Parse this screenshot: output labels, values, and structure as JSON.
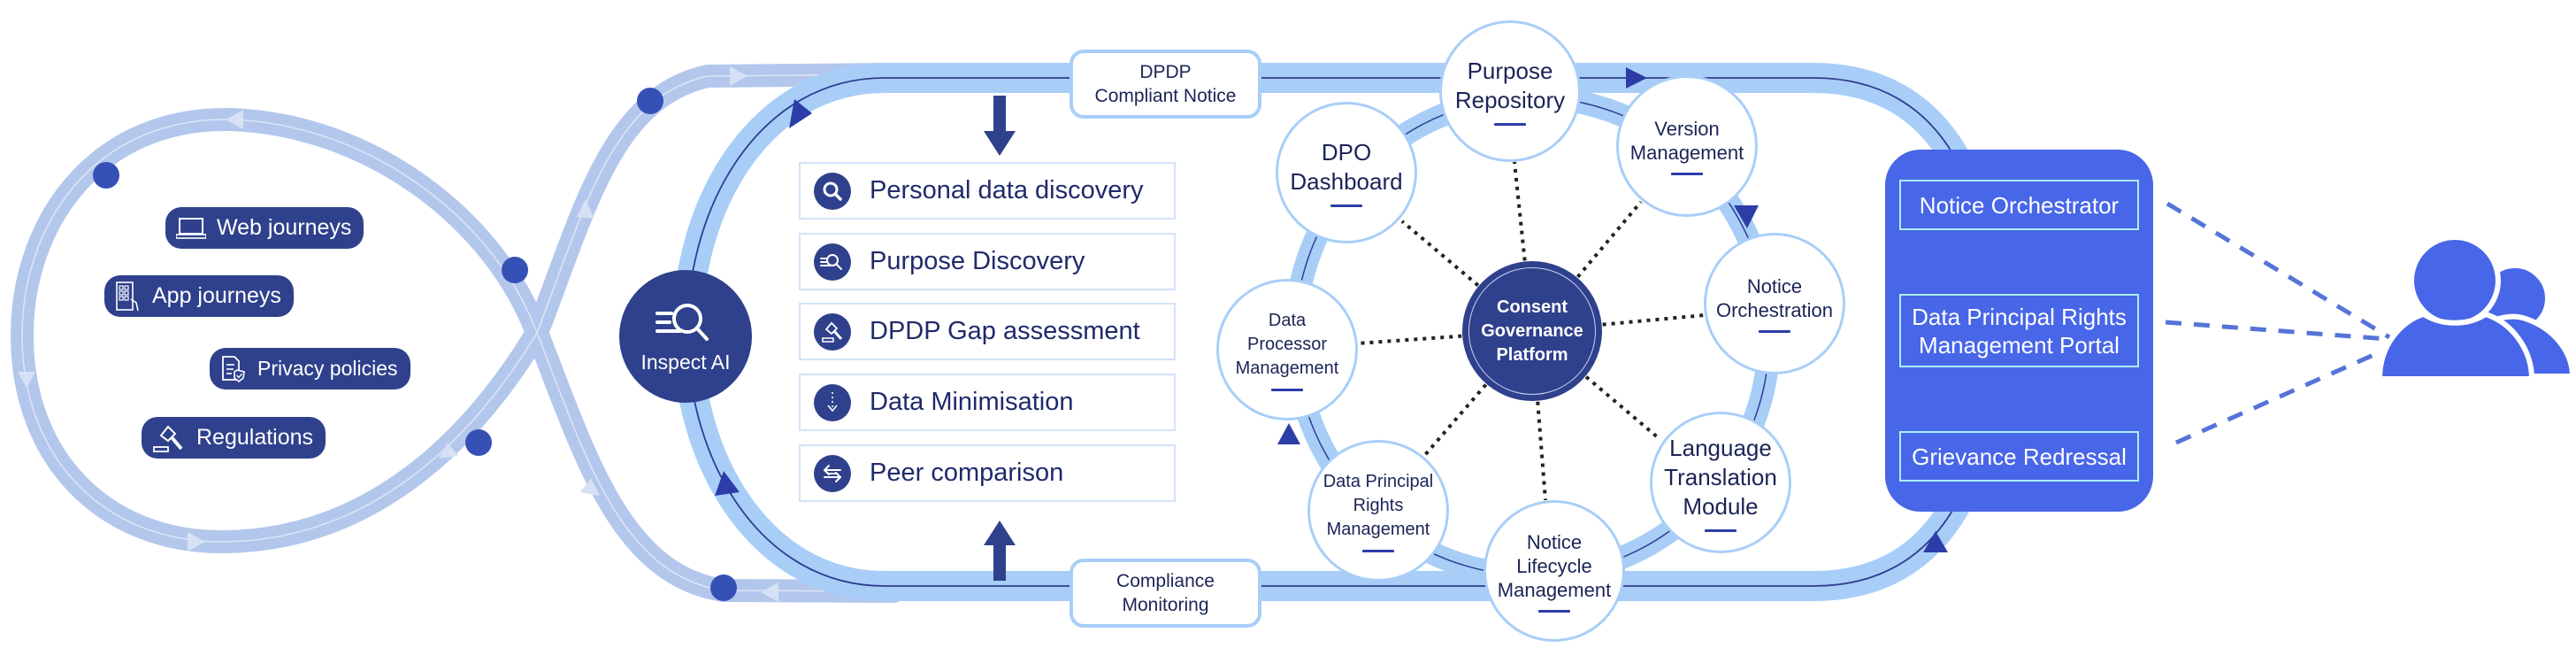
{
  "sources": [
    {
      "label": "Web journeys",
      "icon": "laptop-icon"
    },
    {
      "label": "App journeys",
      "icon": "mobile-app-icon"
    },
    {
      "label": "Privacy policies",
      "icon": "policy-document-icon"
    },
    {
      "label": "Regulations",
      "icon": "gavel-icon"
    }
  ],
  "inspect_ai": {
    "label": "Inspect AI",
    "icon": "inspect-search-icon"
  },
  "capabilities": [
    {
      "label": "Personal data discovery",
      "icon": "search-icon"
    },
    {
      "label": "Purpose Discovery",
      "icon": "fast-search-icon"
    },
    {
      "label": "DPDP Gap assessment",
      "icon": "gavel-icon"
    },
    {
      "label": "Data Minimisation",
      "icon": "arrow-down-icon"
    },
    {
      "label": "Peer comparison",
      "icon": "swap-arrows-icon"
    }
  ],
  "track_labels": {
    "top": [
      "DPDP",
      "Compliant Notice"
    ],
    "bottom": [
      "Compliance",
      "Monitoring"
    ]
  },
  "platform": {
    "center": [
      "Consent",
      "Governance",
      "Platform"
    ],
    "modules": [
      {
        "id": "purpose-repository",
        "lines": [
          "Purpose",
          "Repository"
        ]
      },
      {
        "id": "version-management",
        "lines": [
          "Version",
          "Management"
        ]
      },
      {
        "id": "notice-orchestration",
        "lines": [
          "Notice",
          "Orchestration"
        ]
      },
      {
        "id": "language-translation-module",
        "lines": [
          "Language",
          "Translation",
          "Module"
        ]
      },
      {
        "id": "notice-lifecycle-management",
        "lines": [
          "Notice",
          "Lifecycle",
          "Management"
        ]
      },
      {
        "id": "data-principal-rights-management",
        "lines": [
          "Data Principal",
          "Rights",
          "Management"
        ]
      },
      {
        "id": "data-processor-management",
        "lines": [
          "Data",
          "Processor",
          "Management"
        ]
      },
      {
        "id": "dpo-dashboard",
        "lines": [
          "DPO",
          "Dashboard"
        ]
      }
    ]
  },
  "outputs": [
    {
      "lines": [
        "Notice Orchestrator"
      ]
    },
    {
      "lines": [
        "Data Principal Rights",
        "Management Portal"
      ]
    },
    {
      "lines": [
        "Grievance Redressal"
      ]
    }
  ],
  "end_user": {
    "icon": "users-icon"
  },
  "colors": {
    "navy": "#2F418C",
    "panel_blue": "#4866E8",
    "track_light": "#A8CEF8",
    "loop_track": "#B3C7EC",
    "dot": "#3651B6",
    "arrow": "#2C3DA8",
    "dashed": "#5574D9"
  }
}
